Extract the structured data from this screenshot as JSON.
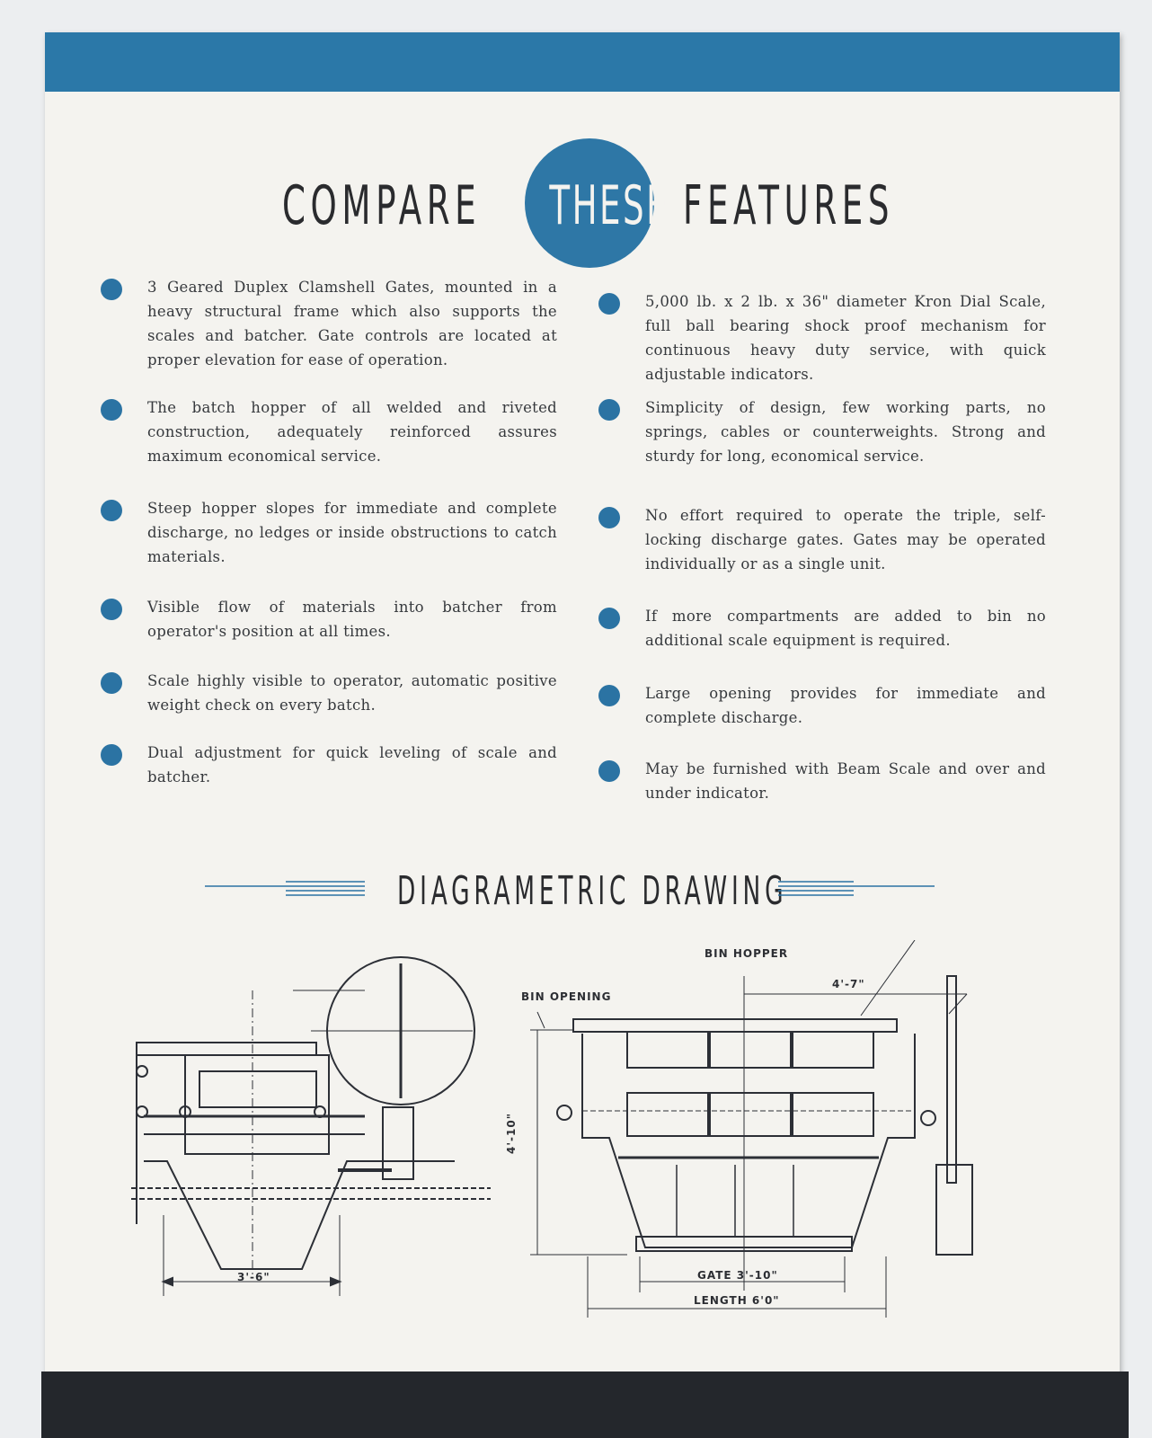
{
  "headline": {
    "word1": "COMPARE",
    "word2": "THESE",
    "word3": "FEATURES"
  },
  "features_left": [
    "3 Geared Duplex Clamshell Gates, mounted in a heavy structural frame which also supports the scales and batcher. Gate controls are located at proper elevation for ease of operation.",
    "The batch hopper of all welded and riveted construction, adequately reinforced assures maximum economical service.",
    "Steep hopper slopes for immediate and complete discharge, no ledges or inside obstructions to catch materials.",
    "Visible flow of materials into batcher from operator's position at all times.",
    "Scale highly visible to operator, automatic positive weight check on every batch.",
    "Dual adjustment for quick leveling of scale and batcher."
  ],
  "features_right": [
    "5,000 lb. x 2 lb. x 36\" diameter Kron Dial Scale, full ball bearing shock proof mechanism for continuous heavy duty service, with quick adjustable indicators.",
    "Simplicity of design, few working parts, no springs, cables or counterweights. Strong and sturdy for long, economical service.",
    "No effort required to operate the triple, self-locking discharge gates. Gates may be operated individually or as a single unit.",
    "If more compartments are added to bin no additional scale equipment is required.",
    "Large opening provides for immediate and complete discharge.",
    "May be furnished with Beam Scale and over and under indicator."
  ],
  "diagram": {
    "title": "DIAGRAMETRIC DRAWING",
    "left_dimension": "3'-6\"",
    "bin_hopper": "BIN HOPPER",
    "bin_opening": "BIN OPENING",
    "dim_4_7": "4'-7\"",
    "dim_4_10": "4'-10\"",
    "gate": "GATE 3'-10\"",
    "length": "LENGTH 6'0\""
  },
  "colors": {
    "accent_blue": "#2b78a8",
    "dark_band": "#24272c",
    "paper": "#f4f3ef"
  }
}
